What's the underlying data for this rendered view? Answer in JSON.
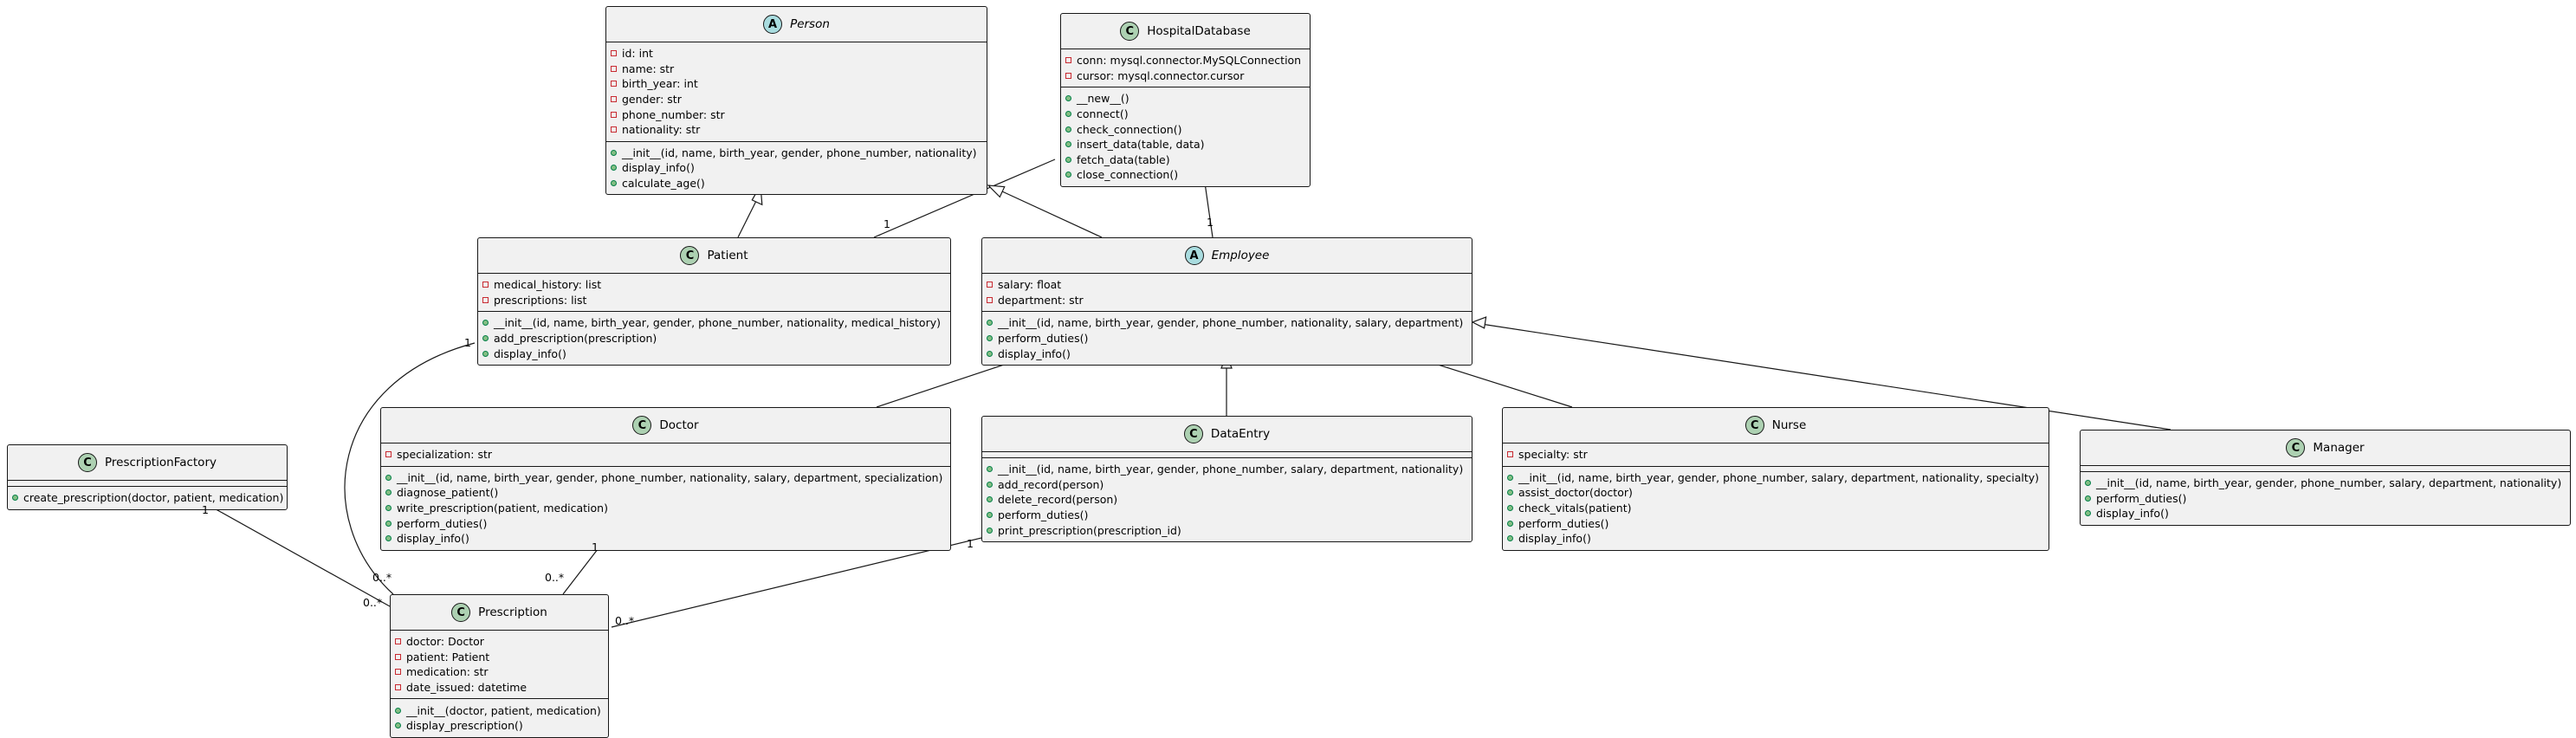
{
  "classes": {
    "person": {
      "name": "Person",
      "stereotype": "A",
      "abstract": true,
      "attributes": [
        "id: int",
        "name: str",
        "birth_year: int",
        "gender: str",
        "phone_number: str",
        "nationality: str"
      ],
      "methods": [
        "__init__(id, name, birth_year, gender, phone_number, nationality)",
        "display_info()",
        "calculate_age()"
      ]
    },
    "hospital_database": {
      "name": "HospitalDatabase",
      "stereotype": "C",
      "abstract": false,
      "attributes": [
        "conn: mysql.connector.MySQLConnection",
        "cursor: mysql.connector.cursor"
      ],
      "methods": [
        "__new__()",
        "connect()",
        "check_connection()",
        "insert_data(table, data)",
        "fetch_data(table)",
        "close_connection()"
      ]
    },
    "patient": {
      "name": "Patient",
      "stereotype": "C",
      "abstract": false,
      "attributes": [
        "medical_history: list",
        "prescriptions: list"
      ],
      "methods": [
        "__init__(id, name, birth_year, gender, phone_number, nationality, medical_history)",
        "add_prescription(prescription)",
        "display_info()"
      ]
    },
    "employee": {
      "name": "Employee",
      "stereotype": "A",
      "abstract": true,
      "attributes": [
        "salary: float",
        "department: str"
      ],
      "methods": [
        "__init__(id, name, birth_year, gender, phone_number, nationality, salary, department)",
        "perform_duties()",
        "display_info()"
      ]
    },
    "prescription_factory": {
      "name": "PrescriptionFactory",
      "stereotype": "C",
      "abstract": false,
      "attributes": [],
      "methods": [
        "create_prescription(doctor, patient, medication)"
      ]
    },
    "doctor": {
      "name": "Doctor",
      "stereotype": "C",
      "abstract": false,
      "attributes": [
        "specialization: str"
      ],
      "methods": [
        "__init__(id, name, birth_year, gender, phone_number, nationality, salary, department, specialization)",
        "diagnose_patient()",
        "write_prescription(patient, medication)",
        "perform_duties()",
        "display_info()"
      ]
    },
    "data_entry": {
      "name": "DataEntry",
      "stereotype": "C",
      "abstract": false,
      "attributes": [],
      "methods": [
        "__init__(id, name, birth_year, gender, phone_number, salary, department, nationality)",
        "add_record(person)",
        "delete_record(person)",
        "perform_duties()",
        "print_prescription(prescription_id)"
      ]
    },
    "nurse": {
      "name": "Nurse",
      "stereotype": "C",
      "abstract": false,
      "attributes": [
        "specialty: str"
      ],
      "methods": [
        "__init__(id, name, birth_year, gender, phone_number, salary, department, nationality, specialty)",
        "assist_doctor(doctor)",
        "check_vitals(patient)",
        "perform_duties()",
        "display_info()"
      ]
    },
    "manager": {
      "name": "Manager",
      "stereotype": "C",
      "abstract": false,
      "attributes": [],
      "methods": [
        "__init__(id, name, birth_year, gender, phone_number, salary, department, nationality)",
        "perform_duties()",
        "display_info()"
      ]
    },
    "prescription": {
      "name": "Prescription",
      "stereotype": "C",
      "abstract": false,
      "attributes": [
        "doctor: Doctor",
        "patient: Patient",
        "medication: str",
        "date_issued: datetime"
      ],
      "methods": [
        "__init__(doctor, patient, medication)",
        "display_prescription()"
      ]
    }
  },
  "relationships": [
    {
      "type": "inheritance",
      "from": "patient",
      "to": "person"
    },
    {
      "type": "inheritance",
      "from": "employee",
      "to": "person"
    },
    {
      "type": "inheritance",
      "from": "doctor",
      "to": "employee"
    },
    {
      "type": "inheritance",
      "from": "data_entry",
      "to": "employee"
    },
    {
      "type": "inheritance",
      "from": "nurse",
      "to": "employee"
    },
    {
      "type": "inheritance",
      "from": "manager",
      "to": "employee"
    },
    {
      "type": "association",
      "from": "hospital_database",
      "to": "patient",
      "to_label": "1"
    },
    {
      "type": "association",
      "from": "hospital_database",
      "to": "employee",
      "to_label": "1"
    },
    {
      "type": "association",
      "from": "patient",
      "to": "prescription",
      "from_label": "1",
      "to_label": "0..*"
    },
    {
      "type": "association",
      "from": "prescription_factory",
      "to": "prescription",
      "from_label": "1",
      "to_label": "0..*"
    },
    {
      "type": "association",
      "from": "doctor",
      "to": "prescription",
      "from_label": "1",
      "to_label": "0..*"
    },
    {
      "type": "association",
      "from": "data_entry",
      "to": "prescription",
      "from_label": "1",
      "to_label": "0..*"
    }
  ]
}
